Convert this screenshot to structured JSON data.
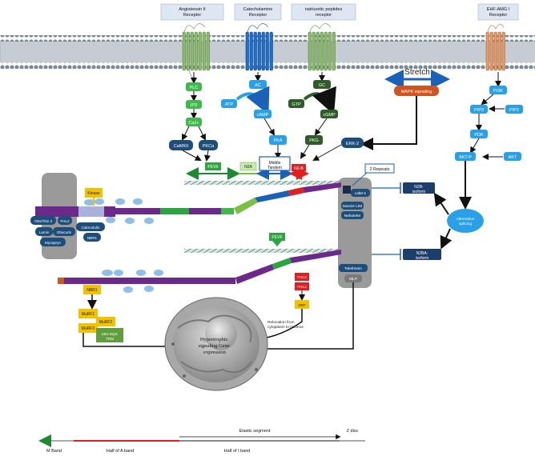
{
  "receptors": {
    "angiotensin": "Angiotensin II Receptor",
    "catecholamine": "Catecholamine Receptor",
    "natriuretic": "natriuretic peptides receptor",
    "ehf": "EHF-AMG I Receptor"
  },
  "membrane": {
    "stretch": "Stretch",
    "mapk": "MAPK signaling"
  },
  "signals": {
    "plc": "PLC",
    "ip3": "IP3",
    "ca": "Ca2+",
    "camkii": "CaMKII",
    "pkcg": "PKCα",
    "ac": "AC",
    "atp1": "ATP",
    "camp": "cAMP",
    "pka": "PKA",
    "gc": "GC",
    "gtp": "GTP",
    "cgmp": "cGMP",
    "pkg": "PKG",
    "erk": "ERK-2",
    "pi3k": "PI3K",
    "pip3": "PIP3",
    "pip2": "PIP2",
    "pdk": "PDK",
    "akt": "AKT",
    "akt_p": "AKT-P"
  },
  "titin": {
    "pevk": "PEVK",
    "n2a": "N2A",
    "middle_tandem": "Middle Tandem",
    "n2b": "N2-B",
    "repeats": "2 Repeats",
    "n2b_isoform": "N2B-isoform",
    "n2ba_isoform": "N2BA-isoform",
    "alt_splicing": "Alternative splicing",
    "pevk2": "PEVK"
  },
  "zdisc": {
    "calm": "calM-1",
    "nebulette": "Nebulette",
    "telethonin": "Telethonin",
    "mlp": "MLP",
    "muscle_lim": "Muscle LIM"
  },
  "mline": {
    "kinase": "Kinase",
    "obscurin": "Obs/Titin 3",
    "fhl2": "FHL2",
    "lamin": "Lamin",
    "obsc": "Obscurin",
    "myospryn": "Myospryn",
    "calmodulin": "Calmodulin",
    "nbr1": "NBR1"
  },
  "lower": {
    "nbr1": "NBR1",
    "murf1": "MuRF1",
    "murf2": "MuRF2",
    "murf3": "MuRF3",
    "p62": "p62-SQS TRM",
    "fhl2a": "FHL2",
    "fhl2b": "FHL2",
    "srf": "SRF",
    "relocation": "Relocation from cytoplasm to nucleus",
    "nucleus": "Hypertrophic signaling Gene expression"
  },
  "bottom": {
    "m_band": "M Band",
    "half_a": "Half of A band",
    "elastic": "Elastic segment",
    "z_disc": "Z disc",
    "half_i": "Half of I band"
  }
}
